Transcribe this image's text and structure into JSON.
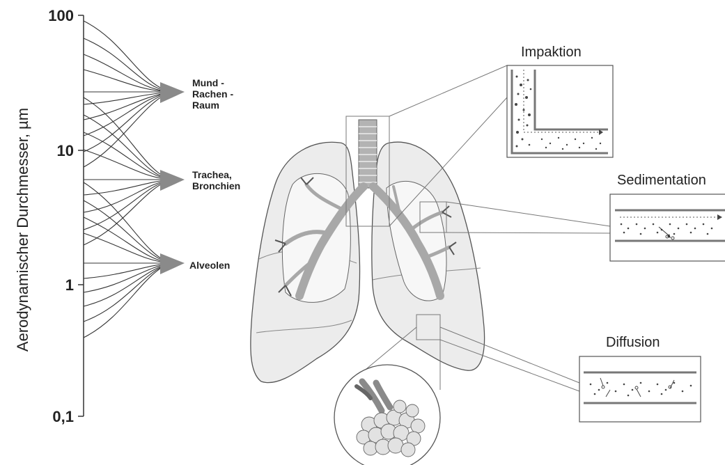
{
  "y_axis": {
    "title": "Aerodynamischer Durchmesser, µm",
    "ticks": [
      "100",
      "10",
      "1",
      "0,1"
    ],
    "scale": "log"
  },
  "regions": [
    {
      "label_lines": [
        "Mund -",
        "Rachen -",
        "Raum"
      ]
    },
    {
      "label_lines": [
        "Trachea,",
        "Bronchien"
      ]
    },
    {
      "label_lines": [
        "Alveolen"
      ]
    }
  ],
  "mechanisms": {
    "impaction": "Impaktion",
    "sedimentation": "Sedimentation",
    "diffusion": "Diffusion"
  },
  "colors": {
    "line": "#333333",
    "arrow": "#888888",
    "lung_fill": "#ececec",
    "airway": "#a8a8a8",
    "panel_wall": "#7a7a7a"
  }
}
